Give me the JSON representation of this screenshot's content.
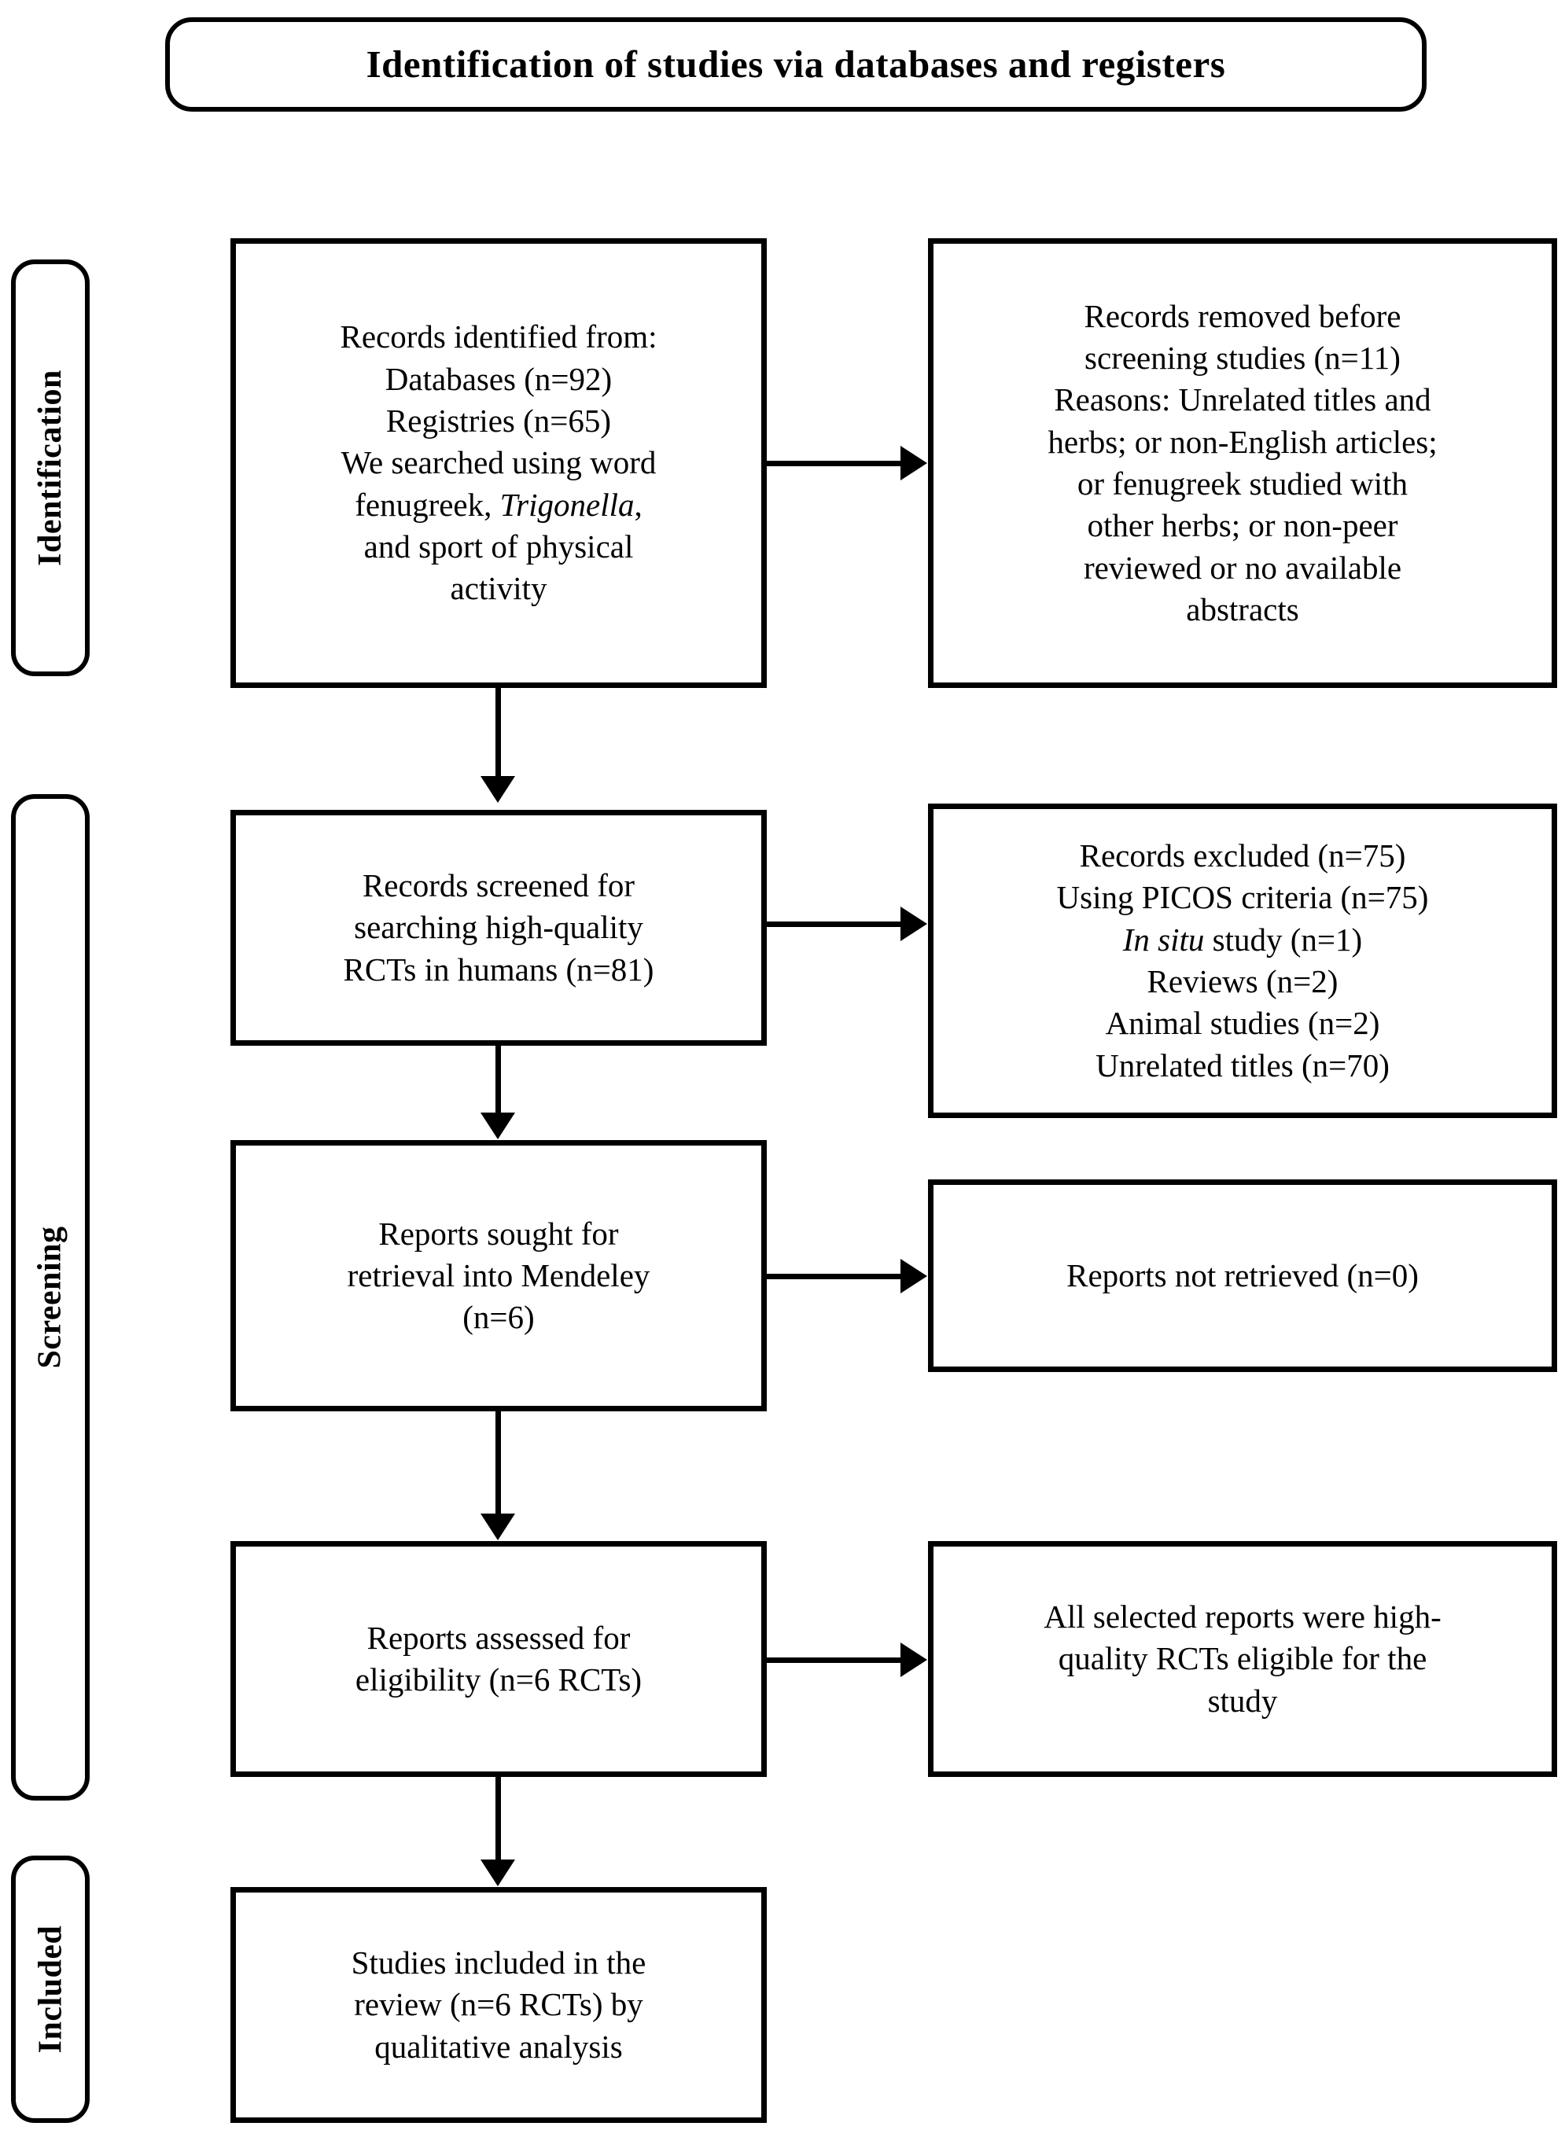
{
  "header": {
    "title": "Identification of studies via databases and registers"
  },
  "phases": [
    {
      "key": "identification",
      "label": "Identification"
    },
    {
      "key": "screening",
      "label": "Screening"
    },
    {
      "key": "included",
      "label": "Included"
    }
  ],
  "boxes": {
    "identified": {
      "lines": [
        "Records identified from:",
        "Databases (n=92)",
        "Registries (n=65)",
        "We searched using word",
        "fenugreek, *Trigonella*,",
        "and sport of physical",
        "activity"
      ],
      "counts": {
        "databases": 92,
        "registries": 65
      }
    },
    "removed": {
      "lines": [
        "Records removed before",
        "screening studies (n=11)",
        "Reasons: Unrelated titles and",
        "herbs; or non-English articles;",
        "or fenugreek studied with",
        "other herbs; or non-peer",
        "reviewed or no available",
        "abstracts"
      ],
      "counts": {
        "removed": 11
      }
    },
    "screened": {
      "lines": [
        "Records screened for",
        "searching high-quality",
        "RCTs in humans (n=81)"
      ],
      "counts": {
        "screened": 81
      }
    },
    "excluded": {
      "lines": [
        "Records excluded (n=75)",
        "Using PICOS criteria (n=75)",
        "*In situ* study (n=1)",
        "Reviews (n=2)",
        "Animal studies (n=2)",
        "Unrelated titles  (n=70)"
      ],
      "counts": {
        "excluded": 75,
        "picos": 75,
        "in_situ": 1,
        "reviews": 2,
        "animal_studies": 2,
        "unrelated_titles": 70
      }
    },
    "sought": {
      "lines": [
        "Reports sought for",
        "retrieval into Mendeley",
        "(n=6)"
      ],
      "counts": {
        "sought": 6
      }
    },
    "not_retrieved": {
      "lines": [
        "Reports not retrieved  (n=0)"
      ],
      "counts": {
        "not_retrieved": 0
      }
    },
    "assessed": {
      "lines": [
        "Reports assessed for",
        "eligibility (n=6 RCTs)"
      ],
      "counts": {
        "assessed": 6
      }
    },
    "all_selected": {
      "lines": [
        "All selected reports were high-",
        "quality RCTs eligible for the",
        "study"
      ]
    },
    "included_final": {
      "lines": [
        "Studies included in the",
        "review (n=6 RCTs) by",
        "qualitative analysis"
      ],
      "counts": {
        "included": 6
      }
    }
  },
  "colors": {
    "stroke": "#000000",
    "background": "#ffffff",
    "text": "#000000"
  }
}
